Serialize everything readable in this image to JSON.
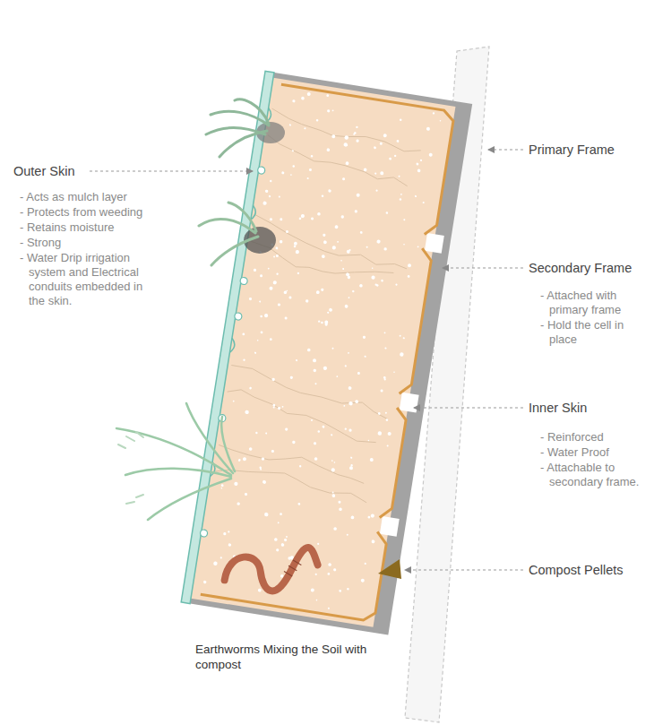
{
  "diagram": {
    "labels": [
      "Outer Skin",
      "- Acts as mulch layer",
      "- Protects from weeding",
      "- Retains moisture",
      "- Strong",
      "- Water Drip irrigation system and Electrical conduits embedded in the skin.",
      "Primary Frame",
      "Secondary Frame",
      "- Attached with primary frame",
      "- Hold the cell in place",
      "Inner Skin",
      "- Reinforced",
      "- Water Proof",
      "- Attachable to secondary frame.",
      "Compost Pellets",
      "Earthworms Mixing the Soil with compost"
    ]
  }
}
